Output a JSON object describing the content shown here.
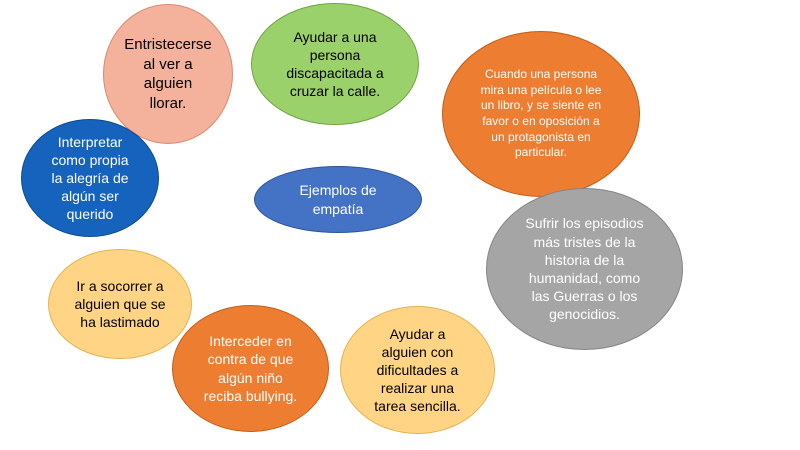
{
  "diagram": {
    "center": "Ejemplos de\nempatía",
    "bubbles": {
      "entristecerse": "Entristecerse\nal ver a\nalguien\nllorar.",
      "ayudar_persona": "Ayudar a una\npersona\ndiscapacitada a\ncruzar la calle.",
      "pelicula": "Cuando una persona\nmira una película o lee\nun libro, y se siente en\nfavor o en oposición a\nun protagonista en\nparticular.",
      "interpretar": "Interpretar\ncomo propia\nla alegría de\nalgún ser\nquerido",
      "guerras": "Sufrir los episodios\nmás tristes de la\nhistoria de la\nhumanidad, como\nlas Guerras o los\ngenocidios.",
      "socorrer": "Ir a socorrer a\nalguien que se\nha lastimado",
      "interceder": "Interceder en\ncontra de que\nalgún niño\nreciba bullying.",
      "tarea": "Ayudar a\nalguien con\ndificultades a\nrealizar una\ntarea sencilla."
    },
    "colors": {
      "salmon": "#f4b19b",
      "green": "#9bd16b",
      "orange": "#ed7d31",
      "dark_blue": "#1563bd",
      "blue": "#4472c4",
      "gray": "#a5a5a5",
      "light_gold": "#ffd585"
    }
  }
}
